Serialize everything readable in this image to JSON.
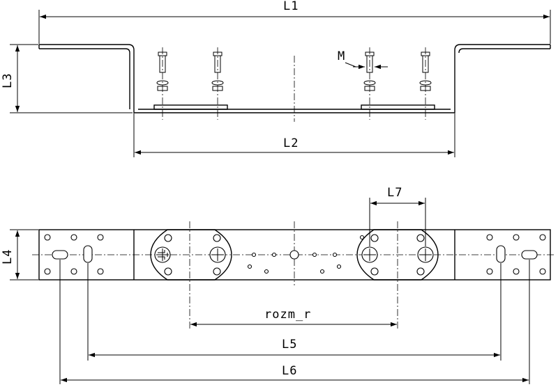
{
  "diagram": {
    "labels": {
      "L1": "L1",
      "L2": "L2",
      "L3": "L3",
      "L4": "L4",
      "L5": "L5",
      "L6": "L6",
      "L7": "L7",
      "M": "M",
      "rozm_r": "rozm_r"
    }
  }
}
